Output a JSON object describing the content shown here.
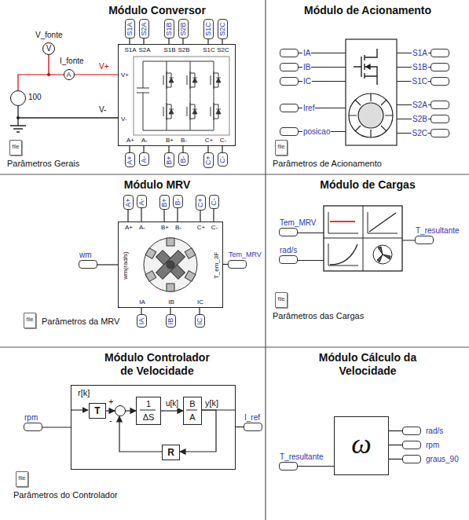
{
  "diagram": {
    "nodes": [
      {
        "text": [
          "Módulo Conversor"
        ]
      },
      {
        "text": [
          "V_fonte",
          "V"
        ],
        "in": 0
      },
      {
        "text": [
          "I_fonte",
          "A"
        ],
        "in": 0
      },
      {
        "text": [
          "100"
        ],
        "in": 0
      },
      {
        "text": [
          "S1A"
        ],
        "in": 0
      },
      {
        "text": [
          "S2A"
        ],
        "in": 0
      },
      {
        "text": [
          "S1B"
        ],
        "in": 0
      },
      {
        "text": [
          "S2B"
        ],
        "in": 0
      },
      {
        "text": [
          "S1C"
        ],
        "in": 0
      },
      {
        "text": [
          "S2C"
        ],
        "in": 0
      },
      {
        "text": [
          "S1A",
          "S2A",
          "S1B",
          "S2B",
          "S1C",
          "S2C",
          "V+",
          "V-",
          "A+",
          "A-",
          "B+",
          "B-",
          "C+",
          "C-"
        ],
        "in": 0
      },
      {
        "text": [
          "A+"
        ],
        "in": 0
      },
      {
        "text": [
          "A-"
        ],
        "in": 0
      },
      {
        "text": [
          "B+"
        ],
        "in": 0
      },
      {
        "text": [
          "B-"
        ],
        "in": 0
      },
      {
        "text": [
          "C+"
        ],
        "in": 0
      },
      {
        "text": [
          "C-"
        ],
        "in": 0
      },
      {
        "text": [
          "file",
          "Parâmetros Gerais"
        ],
        "in": 0
      },
      {
        "text": [
          "Módulo de Acionamento"
        ]
      },
      {
        "text": [
          "IA"
        ],
        "in": 18
      },
      {
        "text": [
          "IB"
        ],
        "in": 18
      },
      {
        "text": [
          "IC"
        ],
        "in": 18
      },
      {
        "text": [
          "Iref"
        ],
        "in": 18
      },
      {
        "text": [
          "posicao"
        ],
        "in": 18
      },
      {
        "text": [
          "S1A"
        ],
        "in": 18
      },
      {
        "text": [
          "S1B"
        ],
        "in": 18
      },
      {
        "text": [
          "S1C"
        ],
        "in": 18
      },
      {
        "text": [
          "S2A"
        ],
        "in": 18
      },
      {
        "text": [
          "S2B"
        ],
        "in": 18
      },
      {
        "text": [
          "S2C"
        ],
        "in": 18
      },
      {
        "text": [
          "file",
          "Parâmetros de Acionamento"
        ],
        "in": 18
      },
      {
        "text": [
          "Módulo MRV"
        ]
      },
      {
        "text": [
          "A+"
        ],
        "in": 31
      },
      {
        "text": [
          "A-"
        ],
        "in": 31
      },
      {
        "text": [
          "B+"
        ],
        "in": 31
      },
      {
        "text": [
          "B-"
        ],
        "in": 31
      },
      {
        "text": [
          "C+"
        ],
        "in": 31
      },
      {
        "text": [
          "C-"
        ],
        "in": 31
      },
      {
        "text": [
          "wm"
        ],
        "in": 31
      },
      {
        "text": [
          "A+",
          "A-",
          "B+",
          "B-",
          "C+",
          "C-",
          "wm(rad/s)",
          "T_em_3F",
          "IA",
          "IB",
          "IC"
        ],
        "in": 31
      },
      {
        "text": [
          "Tem_MRV"
        ],
        "in": 31
      },
      {
        "text": [
          "IA"
        ],
        "in": 31
      },
      {
        "text": [
          "IB"
        ],
        "in": 31
      },
      {
        "text": [
          "IC"
        ],
        "in": 31
      },
      {
        "text": [
          "file",
          "Parâmetros da MRV"
        ],
        "in": 31
      },
      {
        "text": [
          "Módulo de Cargas"
        ]
      },
      {
        "text": [
          "Tem_MRV"
        ],
        "in": 45
      },
      {
        "text": [
          "rad/s"
        ],
        "in": 45
      },
      {
        "text": [
          "T_resultante"
        ],
        "in": 45
      },
      {
        "text": [
          "file",
          "Parâmetros das Cargas"
        ],
        "in": 45
      },
      {
        "text": [
          "Módulo Controlador de Velocidade"
        ]
      },
      {
        "text": [
          "rpm"
        ],
        "in": 50
      },
      {
        "text": [
          "r[k]",
          "y[k]"
        ],
        "in": 50
      },
      {
        "text": [
          "T"
        ],
        "in": 52
      },
      {
        "text": [
          "+",
          "-"
        ],
        "in": 52
      },
      {
        "text": [
          "1",
          "ΔS"
        ],
        "in": 52
      },
      {
        "text": [
          "B",
          "A"
        ],
        "in": 52
      },
      {
        "text": [
          "R"
        ],
        "in": 52
      },
      {
        "text": [
          "I_ref"
        ],
        "in": 50
      },
      {
        "text": [
          "file",
          "Parâmetros do Controlador"
        ],
        "in": 50
      },
      {
        "text": [
          "Módulo Cálculo da Velocidade"
        ]
      },
      {
        "text": [
          "T_resultante"
        ],
        "in": 60
      },
      {
        "text": [
          "ω"
        ],
        "in": 60
      },
      {
        "text": [
          "rad/s"
        ],
        "in": 60
      },
      {
        "text": [
          "rpm"
        ],
        "in": 60
      },
      {
        "text": [
          "graus_90"
        ],
        "in": 60
      }
    ],
    "edges": [
      {
        "from": 3,
        "to": 2,
        "arrow": "none"
      },
      {
        "from": 2,
        "to": 10,
        "arrow": "none"
      },
      {
        "from": 4,
        "to": 10,
        "arrow": "none"
      },
      {
        "from": 5,
        "to": 10,
        "arrow": "none"
      },
      {
        "from": 6,
        "to": 10,
        "arrow": "none"
      },
      {
        "from": 7,
        "to": 10,
        "arrow": "none"
      },
      {
        "from": 8,
        "to": 10,
        "arrow": "none"
      },
      {
        "from": 9,
        "to": 10,
        "arrow": "none"
      },
      {
        "from": 10,
        "to": 11,
        "arrow": "none"
      },
      {
        "from": 10,
        "to": 12,
        "arrow": "none"
      },
      {
        "from": 10,
        "to": 13,
        "arrow": "none"
      },
      {
        "from": 10,
        "to": 14,
        "arrow": "none"
      },
      {
        "from": 10,
        "to": 15,
        "arrow": "none"
      },
      {
        "from": 10,
        "to": 16,
        "arrow": "none"
      },
      {
        "from": 32,
        "to": 39,
        "arrow": "none"
      },
      {
        "from": 33,
        "to": 39,
        "arrow": "none"
      },
      {
        "from": 34,
        "to": 39,
        "arrow": "none"
      },
      {
        "from": 35,
        "to": 39,
        "arrow": "none"
      },
      {
        "from": 36,
        "to": 39,
        "arrow": "none"
      },
      {
        "from": 37,
        "to": 39,
        "arrow": "none"
      },
      {
        "from": 38,
        "to": 39,
        "arrow": "none"
      },
      {
        "from": 39,
        "to": 40,
        "arrow": "none"
      },
      {
        "from": 39,
        "to": 41,
        "arrow": "none"
      },
      {
        "from": 39,
        "to": 42,
        "arrow": "none"
      },
      {
        "from": 39,
        "to": 43,
        "arrow": "none"
      },
      {
        "from": 51,
        "to": 52,
        "arrow": "none"
      },
      {
        "from": 53,
        "to": 54,
        "arrow": "to"
      },
      {
        "from": 54,
        "to": 55,
        "arrow": "to"
      },
      {
        "from": 55,
        "to": 56,
        "label": "u[k]",
        "arrow": "to"
      },
      {
        "from": 56,
        "to": 57,
        "arrow": "to"
      },
      {
        "from": 57,
        "to": 54,
        "arrow": "to"
      },
      {
        "from": 52,
        "to": 58,
        "arrow": "none"
      },
      {
        "from": 61,
        "to": 62,
        "arrow": "none"
      },
      {
        "from": 62,
        "to": 63,
        "arrow": "none"
      },
      {
        "from": 62,
        "to": 64,
        "arrow": "none"
      },
      {
        "from": 62,
        "to": 65,
        "arrow": "none"
      }
    ],
    "labels": [
      "V+",
      "V-"
    ]
  }
}
